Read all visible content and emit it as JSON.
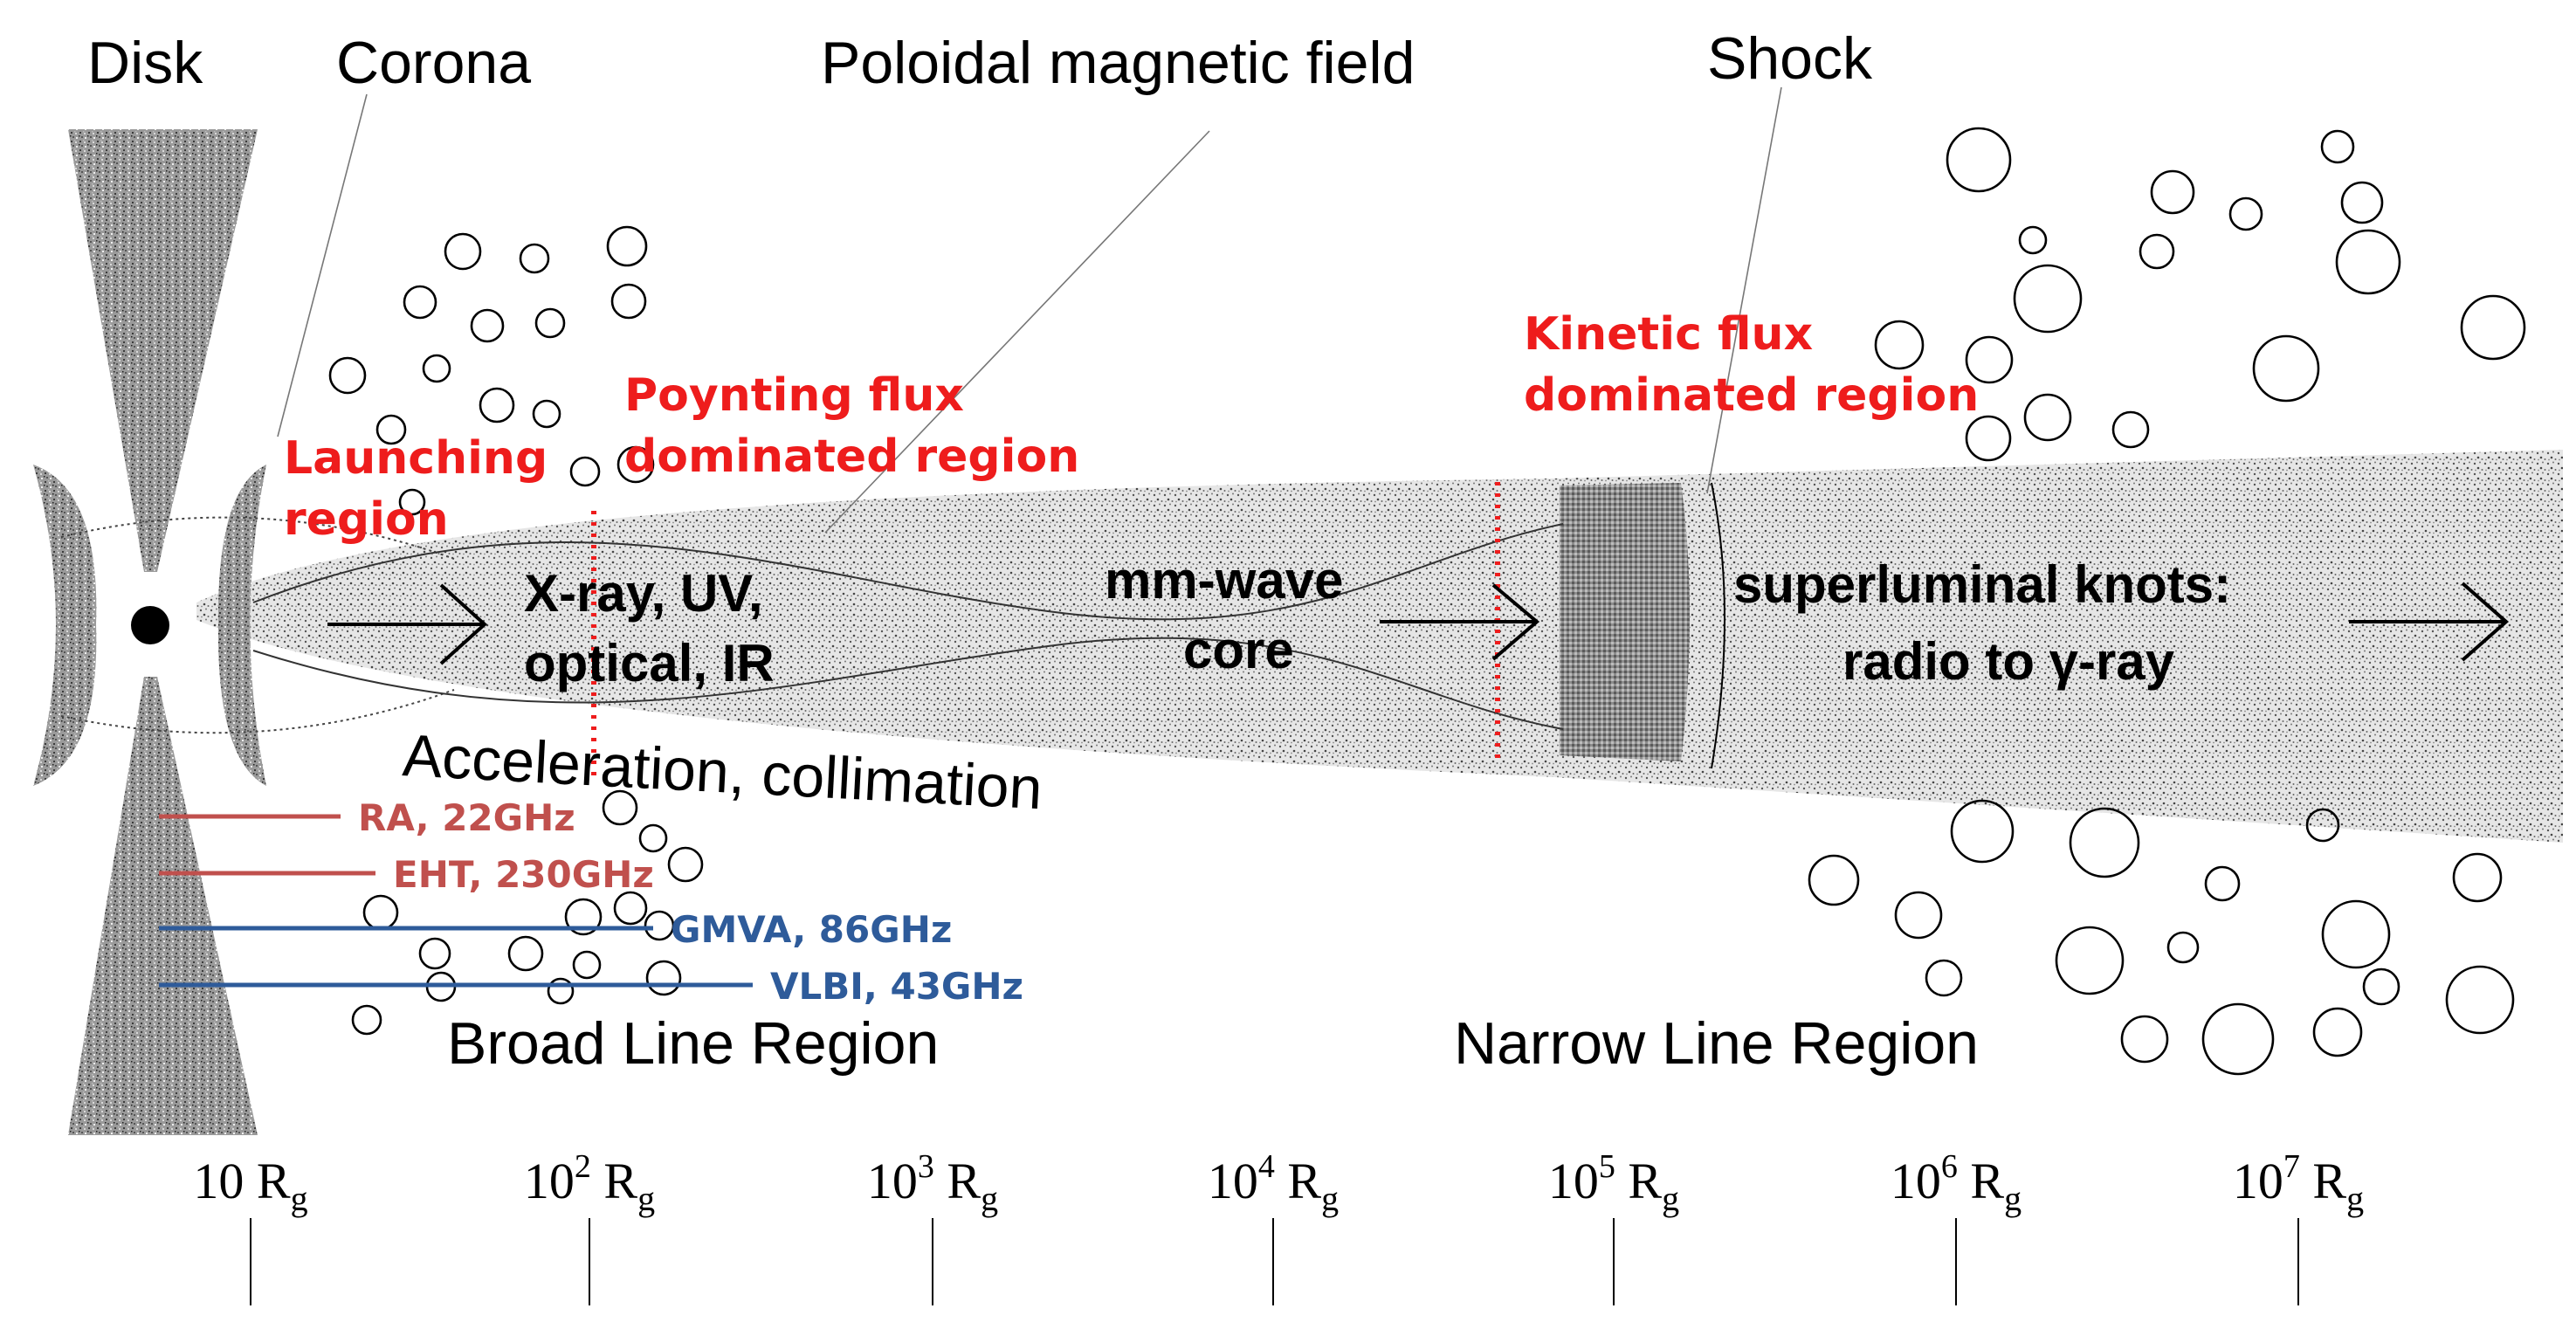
{
  "labels": {
    "disk": "Disk",
    "corona": "Corona",
    "poloidal": "Poloidal magnetic field",
    "shock": "Shock",
    "acceleration": "Acceleration, collimation",
    "blr": "Broad Line Region",
    "nlr": "Narrow Line Region"
  },
  "regions": {
    "launching_1": "Launching",
    "launching_2": "region",
    "poynting_1": "Poynting flux",
    "poynting_2": "dominated region",
    "kinetic_1": "Kinetic flux",
    "kinetic_2": "dominated region"
  },
  "emission": {
    "xray_1": "X-ray, UV,",
    "xray_2": "optical, IR",
    "mm_1": "mm-wave",
    "mm_2": "core",
    "knots_1": "superluminal knots:",
    "knots_2": "radio to γ-ray"
  },
  "observatories": [
    {
      "label": "RA, 22GHz",
      "color": "#c0504d"
    },
    {
      "label": "EHT, 230GHz",
      "color": "#c0504d"
    },
    {
      "label": "GMVA, 86GHz",
      "color": "#2e5b9a"
    },
    {
      "label": "VLBI, 43GHz",
      "color": "#2e5b9a"
    }
  ],
  "scale": {
    "unit": "R",
    "subscript": "g",
    "ticks": [
      {
        "base": "10",
        "exp": ""
      },
      {
        "base": "10",
        "exp": "2"
      },
      {
        "base": "10",
        "exp": "3"
      },
      {
        "base": "10",
        "exp": "4"
      },
      {
        "base": "10",
        "exp": "5"
      },
      {
        "base": "10",
        "exp": "6"
      },
      {
        "base": "10",
        "exp": "7"
      }
    ]
  },
  "colors": {
    "region_text": "#ee1c1c",
    "ra_eht": "#c0504d",
    "gmva_vlbi": "#2e5b9a"
  }
}
